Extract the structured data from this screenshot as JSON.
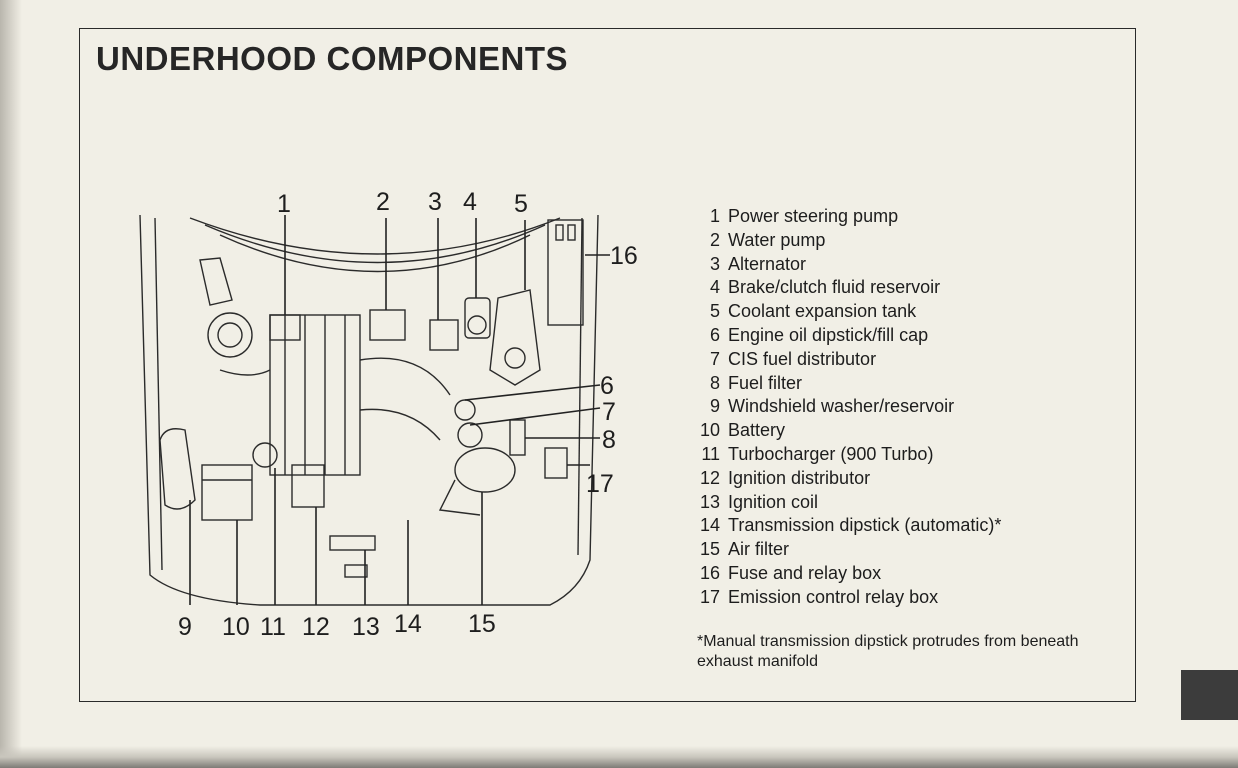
{
  "title": "UNDERHOOD COMPONENTS",
  "diagram": {
    "callouts": [
      "1",
      "2",
      "3",
      "4",
      "5",
      "6",
      "7",
      "8",
      "9",
      "10",
      "11",
      "12",
      "13",
      "14",
      "15",
      "16",
      "17"
    ]
  },
  "legend": [
    {
      "num": "1",
      "label": "Power steering pump"
    },
    {
      "num": "2",
      "label": "Water pump"
    },
    {
      "num": "3",
      "label": "Alternator"
    },
    {
      "num": "4",
      "label": "Brake/clutch fluid reservoir"
    },
    {
      "num": "5",
      "label": "Coolant expansion tank"
    },
    {
      "num": "6",
      "label": "Engine oil dipstick/fill cap"
    },
    {
      "num": "7",
      "label": "CIS fuel distributor"
    },
    {
      "num": "8",
      "label": "Fuel filter"
    },
    {
      "num": "9",
      "label": "Windshield washer/reservoir"
    },
    {
      "num": "10",
      "label": "Battery"
    },
    {
      "num": "11",
      "label": "Turbocharger (900 Turbo)"
    },
    {
      "num": "12",
      "label": "Ignition distributor"
    },
    {
      "num": "13",
      "label": "Ignition coil"
    },
    {
      "num": "14",
      "label": "Transmission dipstick (automatic)*"
    },
    {
      "num": "15",
      "label": "Air filter"
    },
    {
      "num": "16",
      "label": "Fuse and relay box"
    },
    {
      "num": "17",
      "label": "Emission control relay box"
    }
  ],
  "footnote": "*Manual transmission dipstick protrudes from beneath exhaust manifold",
  "colors": {
    "paper": "#f1efe6",
    "ink": "#1d1d1d",
    "tab": "#3c3c3c"
  }
}
